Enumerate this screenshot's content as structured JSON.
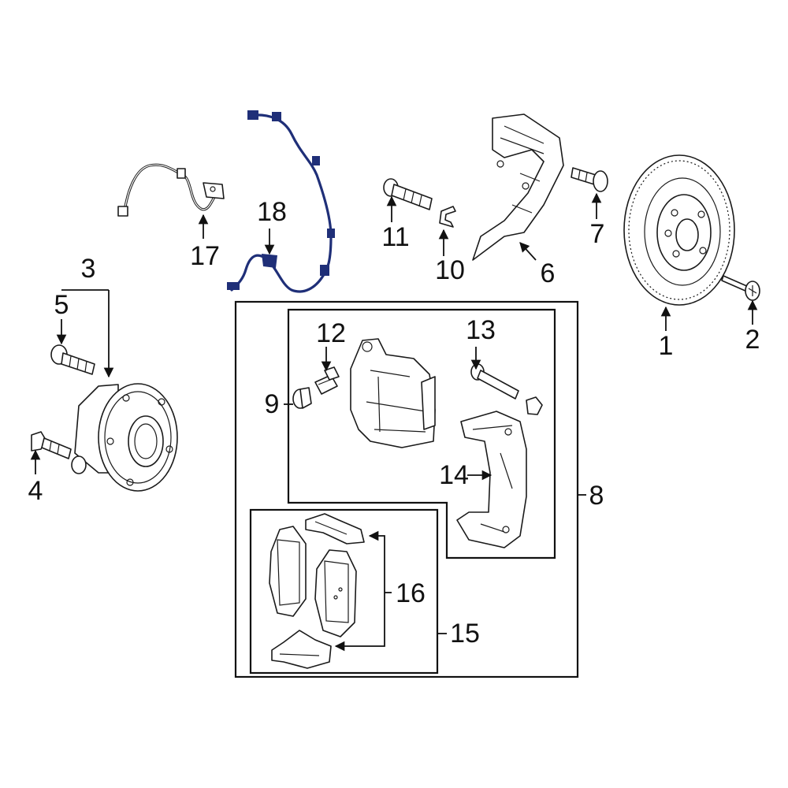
{
  "diagram": {
    "callouts": [
      {
        "id": "1",
        "text": "1"
      },
      {
        "id": "2",
        "text": "2"
      },
      {
        "id": "3",
        "text": "3"
      },
      {
        "id": "4",
        "text": "4"
      },
      {
        "id": "5",
        "text": "5"
      },
      {
        "id": "6",
        "text": "6"
      },
      {
        "id": "7",
        "text": "7"
      },
      {
        "id": "8",
        "text": "8"
      },
      {
        "id": "9",
        "text": "9"
      },
      {
        "id": "10",
        "text": "10"
      },
      {
        "id": "11",
        "text": "11"
      },
      {
        "id": "12",
        "text": "12"
      },
      {
        "id": "13",
        "text": "13"
      },
      {
        "id": "14",
        "text": "14"
      },
      {
        "id": "15",
        "text": "15"
      },
      {
        "id": "16",
        "text": "16"
      },
      {
        "id": "17",
        "text": "17"
      },
      {
        "id": "18",
        "text": "18"
      }
    ],
    "colors": {
      "line": "#1a1a1a",
      "highlight_wire": "#1f2f78",
      "background": "#ffffff"
    }
  }
}
